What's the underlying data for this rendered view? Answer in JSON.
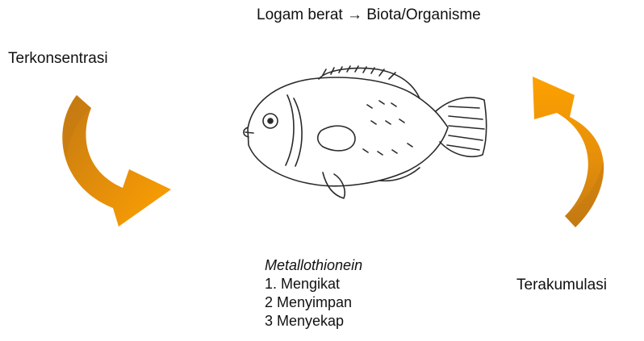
{
  "header": {
    "title": "Logam berat → Biota/Organisme"
  },
  "left_arrow": {
    "label": "Terkonsentrasi"
  },
  "right_arrow": {
    "label": "Terakumulasi"
  },
  "metallothionein": {
    "title": "Metallothionein",
    "items": [
      "1. Mengikat",
      "2 Menyimpan",
      "3 Menyekap"
    ]
  },
  "illustration": {
    "subject": "fish-drawing"
  },
  "colors": {
    "arrow_light": "#FDA100",
    "arrow_dark": "#C47A12"
  }
}
